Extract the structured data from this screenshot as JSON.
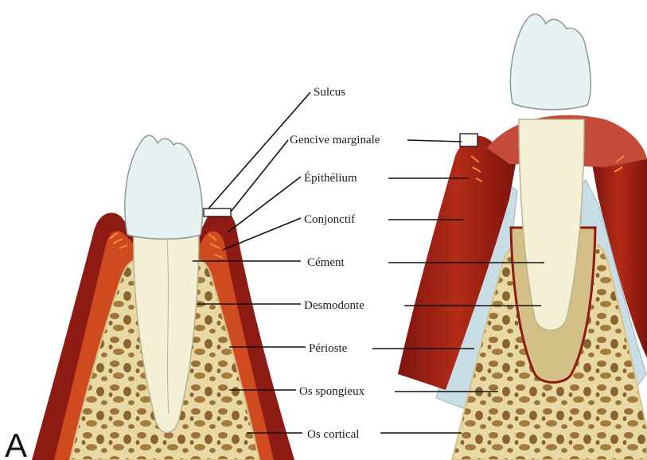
{
  "panel_label": "A",
  "labels": {
    "sulcus": "Sulcus",
    "gencive_marginale": "Gencive marginale",
    "epithelium": "Épithélium",
    "conjonctif": "Conjonctif",
    "cement": "Cément",
    "desmodonte": "Desmodonte",
    "perioste": "Périoste",
    "os_spongieux": "Os spongieux",
    "os_cortical": "Os cortical"
  },
  "colors": {
    "enamel": "#e9f2f2",
    "dentin": "#f3f0d6",
    "gingiva_dark": "#8e1a14",
    "gingiva_light": "#cf4a1e",
    "bone": "#e8d9a4",
    "bone_pores": "#9b7338",
    "periosteum": "#c9dde6"
  }
}
